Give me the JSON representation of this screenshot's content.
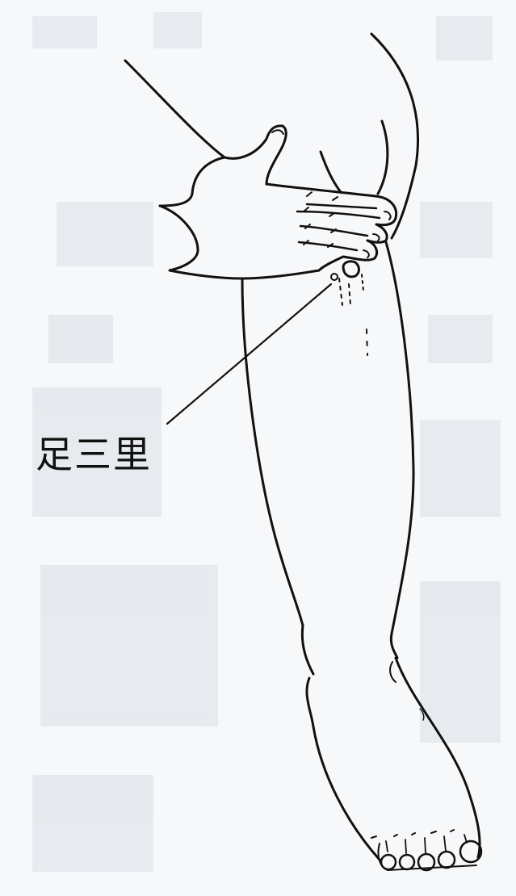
{
  "figure": {
    "label": "足三里"
  },
  "colors": {
    "line": "#111111",
    "background": "#f7f8fa",
    "bleed_through": "#c9d0da"
  },
  "icons": [
    "leg-outline",
    "hand-outline",
    "acupoint-marker",
    "leader-line"
  ]
}
